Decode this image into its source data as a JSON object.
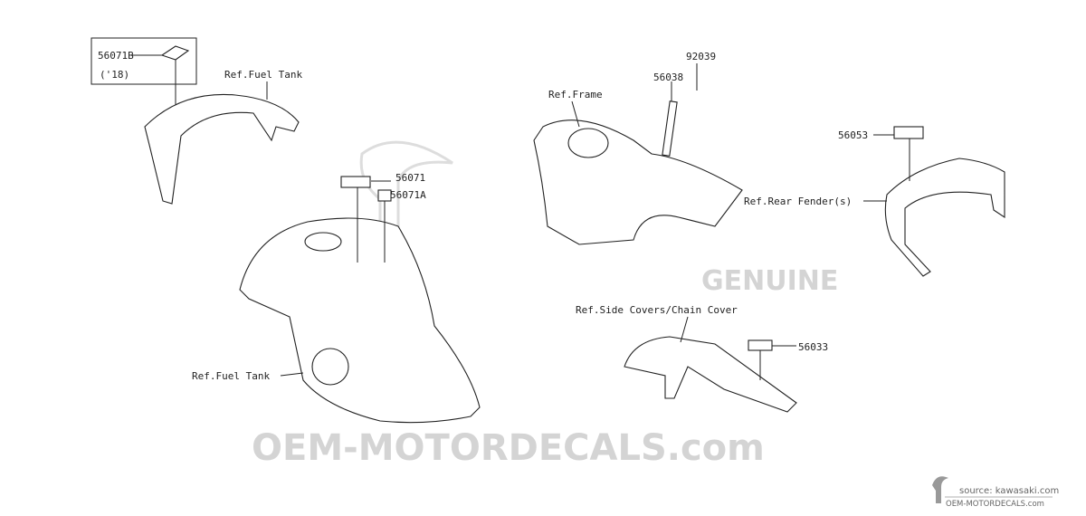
{
  "watermark": {
    "genuine": "GENUINE",
    "site": "OEM-MOTORDECALS.com"
  },
  "labels": {
    "p56071B": "56071B",
    "year18": "('18)",
    "ref_fuel_tank_top": "Ref.Fuel Tank",
    "p92039": "92039",
    "p56038": "56038",
    "ref_frame": "Ref.Frame",
    "p56053": "56053",
    "p56071": "56071",
    "p56071A": "56071A",
    "ref_rear_fender": "Ref.Rear Fender(s)",
    "ref_side_covers": "Ref.Side Covers/Chain Cover",
    "p56033": "56033",
    "ref_fuel_tank_bottom": "Ref.Fuel Tank"
  },
  "footer": {
    "source": "source: kawasaki.com",
    "site": "OEM-MOTORDECALS.com"
  }
}
